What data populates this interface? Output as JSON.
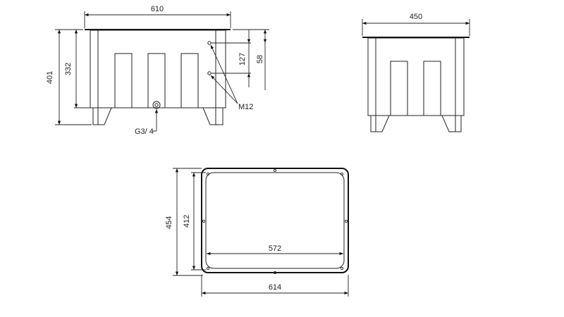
{
  "drawing": {
    "front_view": {
      "width_dim": "610",
      "height_total_dim": "401",
      "height_body_dim": "332",
      "hole_spacing_dim": "127",
      "hole_offset_dim": "58",
      "bolt_label": "M12",
      "drain_label": "G3/ 4"
    },
    "side_view": {
      "width_dim": "450"
    },
    "top_view": {
      "outer_height_dim": "454",
      "inner_height_dim": "412",
      "inner_width_dim": "572",
      "outer_width_dim": "614"
    },
    "line_color": "#222222"
  }
}
